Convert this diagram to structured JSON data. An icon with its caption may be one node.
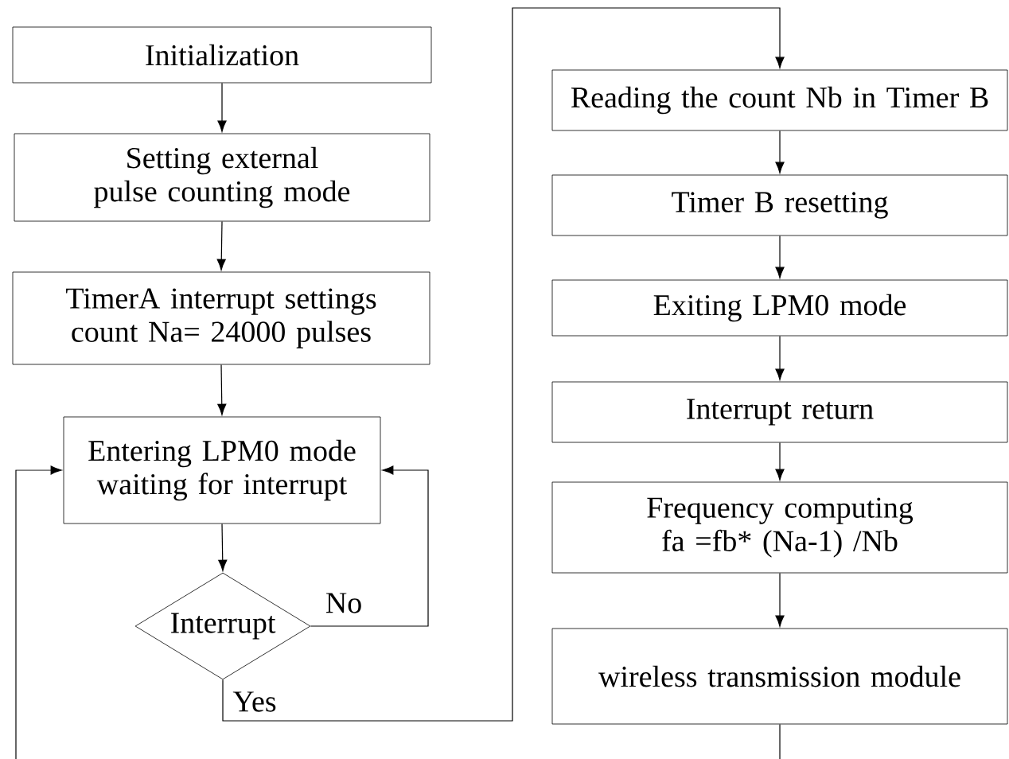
{
  "diagram": {
    "nodes": [
      {
        "text": [
          "Initialization"
        ]
      },
      {
        "text": [
          "Setting external pulse counting mode"
        ]
      },
      {
        "text": [
          "TimerA interrupt settings count Na= 24000 pulses"
        ]
      },
      {
        "text": [
          "Entering LPM0 mode waiting for interrupt"
        ]
      },
      {
        "text": [
          "Interrupt"
        ]
      },
      {
        "text": [
          "Reading the count Nb in Timer B"
        ]
      },
      {
        "text": [
          "Timer B resetting"
        ]
      },
      {
        "text": [
          "Exiting LPM0 mode"
        ]
      },
      {
        "text": [
          "Interrupt return"
        ]
      },
      {
        "text": [
          "Frequency computing",
          "fa =fb* (Na-1) /Nb"
        ]
      },
      {
        "text": [
          "wireless transmission module"
        ]
      }
    ],
    "edges": [
      {
        "from": 0,
        "to": 1,
        "arrow": "to"
      },
      {
        "from": 1,
        "to": 2,
        "arrow": "to"
      },
      {
        "from": 2,
        "to": 3,
        "arrow": "to"
      },
      {
        "from": 3,
        "to": 4,
        "arrow": "to"
      },
      {
        "from": 4,
        "to": 3,
        "arrow": "to",
        "label": "No"
      },
      {
        "from": 4,
        "to": 5,
        "arrow": "to",
        "label": "Yes"
      },
      {
        "from": 5,
        "to": 6,
        "arrow": "to"
      },
      {
        "from": 6,
        "to": 7,
        "arrow": "to"
      },
      {
        "from": 7,
        "to": 8,
        "arrow": "to"
      },
      {
        "from": 8,
        "to": 9,
        "arrow": "to"
      },
      {
        "from": 9,
        "to": 10,
        "arrow": "to"
      },
      {
        "from": 10,
        "to": null,
        "arrow": "none"
      },
      {
        "from": null,
        "to": 3,
        "arrow": "to"
      }
    ]
  }
}
